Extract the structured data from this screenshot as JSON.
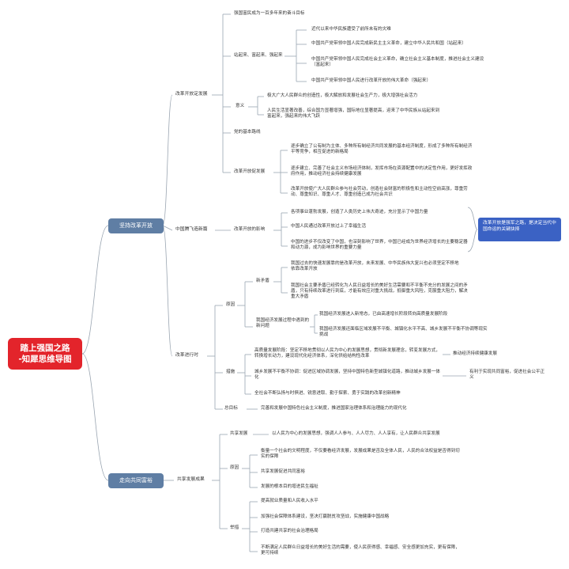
{
  "root": {
    "line1": "踏上强国之路",
    "line2": "-知犀思维导图"
  },
  "branch1": {
    "label": "坚持改革开放",
    "reform": {
      "label": "改革开放定发展",
      "goal": "强国富民成为一百多年来的奋斗目标",
      "rise": {
        "label": "站起来、富起来、强起来",
        "items": [
          "近代以来中华民族遭受了前所未有的灾难",
          "中国共产党带领中国人民完成新民主主义革命，建立中华人民共和国（站起来）",
          "中国共产党带领中国人民完成社会主义革命，确立社会主义基本制度，推进社会主义建设（富起来）",
          "中国共产党带领中国人民进行改革开放的伟大革命（强起来）"
        ]
      },
      "meaning": {
        "label": "意义",
        "items": [
          "极大广大人民群众的创造性，极大解放和发展社会生产力，极大增强社会活力",
          "人民生活显著改善，综合国力显著增强，国际地位显著提高，迎来了中华民族从站起来到富起来，强起来的伟大飞跃"
        ]
      },
      "basic_line": "党的基本路线",
      "promote": {
        "label": "改革开放促发展",
        "items": [
          "逐步确立了公有制为主体、多种所有制经济共同发展的基本经济制度，形成了多种所有制经济平等竞争，相互促进的新格局",
          "逐步建立、完善了社会主义市场经济体制，发挥市场在资源配置中的决定性作用，更好发挥政府作用，推动经济社会持续健康发展",
          "改革开放使广大人民群众参与社会劳动，创造社会财富的积极性和主动性空前高涨，尊重劳动、尊重知识、尊重人才、尊重创造已成为社会共识"
        ]
      }
    },
    "leap": {
      "label": "中国腾飞造新篇",
      "impact": {
        "label": "改革开放的影响",
        "items": [
          "各项事业蓬勃发展，创造了人类历史上伟大奇迹，充分显示了中国力量",
          "中国人民通过改革开放过上了幸福生活",
          "中国的进步不仅改变了中国，也深刻影响了世界，中国已经成为世界经济增长的主要稳定器和动力源，成为影响世界的重要力量"
        ]
      },
      "callout": "改革开放是强军之路，是决定当代中国命运的关键抉择"
    },
    "continue": {
      "label": "改革进行时",
      "reason": {
        "label": "原因",
        "contradiction": {
          "label": "新矛盾",
          "items": [
            "我国过去的快速发展靠的是改革开放，未来发展、中华民族伟大复兴也必须坚定不移地依靠改革开放",
            "我国社会主要矛盾已经转化为人民日益增长的美好生活需要和不平衡不充分的发展之间的矛盾，只有持续改革进行到底，才能有效应对重大挑战，抵御重大风险，克服重大阻力，解决重大矛盾"
          ]
        },
        "economy": {
          "label": "我国经济发展过程中遇到的新问题",
          "items": [
            "我国经济发展进入新常态，已由高速增长阶段转向高质量发展阶段",
            "我国经济发展还面临区域发展不平衡、城镇化水平不高、城乡发展不平衡不协调等现实挑战"
          ]
        }
      },
      "measures": {
        "label": "措施",
        "items": [
          "高质量发展阶段：坚定不移地贯彻以人民为中心的发展思想，贯彻新发展理念，转变发展方式，转换增长动力，建设现代化经济体系，深化供给结构性改革",
          "城乡发展不平衡不协调：促进区域协调发展，坚持中国特色新型城镇化道路，推动城乡发展一体化",
          "全社会不断弘扬与时俱进、锐意进取、勤于探索、勇于实践的改革创新精神"
        ],
        "side1": "推动经济持续健康发展",
        "side2": "有利于实现共同富裕，促进社会公平正义"
      },
      "aim": {
        "label": "总目标",
        "text": "完善和发展中国特色社会主义制度，推进国家治理体系和治理能力的现代化"
      }
    }
  },
  "branch2": {
    "label": "走向共同富裕",
    "shared": {
      "label": "共享发展成果",
      "share": {
        "label": "共享发展",
        "text": "以人民为中心的发展思想，强调人人参与、人人尽力、人人享有，让人民群众共享发展"
      },
      "reason": {
        "label": "原因",
        "items": [
          "衡量一个社会的文明程度，不仅要看经济发展，发展成果是否及全体人民，人民的合法权益是否得到切实的保障",
          "共享发展促进共同富裕",
          "发展的根本目的增进民生福祉"
        ]
      },
      "measures": {
        "label": "举措",
        "items": [
          "提高就业质量和人民收入水平",
          "加强社会保障体系建设，坚决打赢脱贫攻坚战，实施健康中国战略",
          "打造共建共享的社会治理格局",
          "不断满足人民群众日益增长的美好生活的需要，使人民获得感、幸福感、安全感更加充实，更有保障，更可持续"
        ]
      }
    }
  }
}
